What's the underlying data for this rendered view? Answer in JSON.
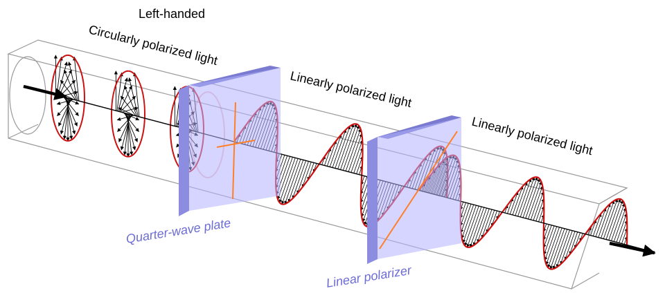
{
  "labels": {
    "circular_line1": "Left-handed",
    "circular_line2": "Circularly polarized light",
    "linear1": "Linearly polarized light",
    "linear2": "Linearly polarized light",
    "quarter_wave_plate": "Quarter-wave plate",
    "linear_polarizer": "Linear polarizer"
  },
  "colors": {
    "envelope": "#cc1111",
    "filter": "#b3b3ff",
    "filter_edge": "#7a7ad0",
    "axis_marker": "#ff7f27",
    "label_blue": "#6b6bd6",
    "box": "#999999"
  }
}
